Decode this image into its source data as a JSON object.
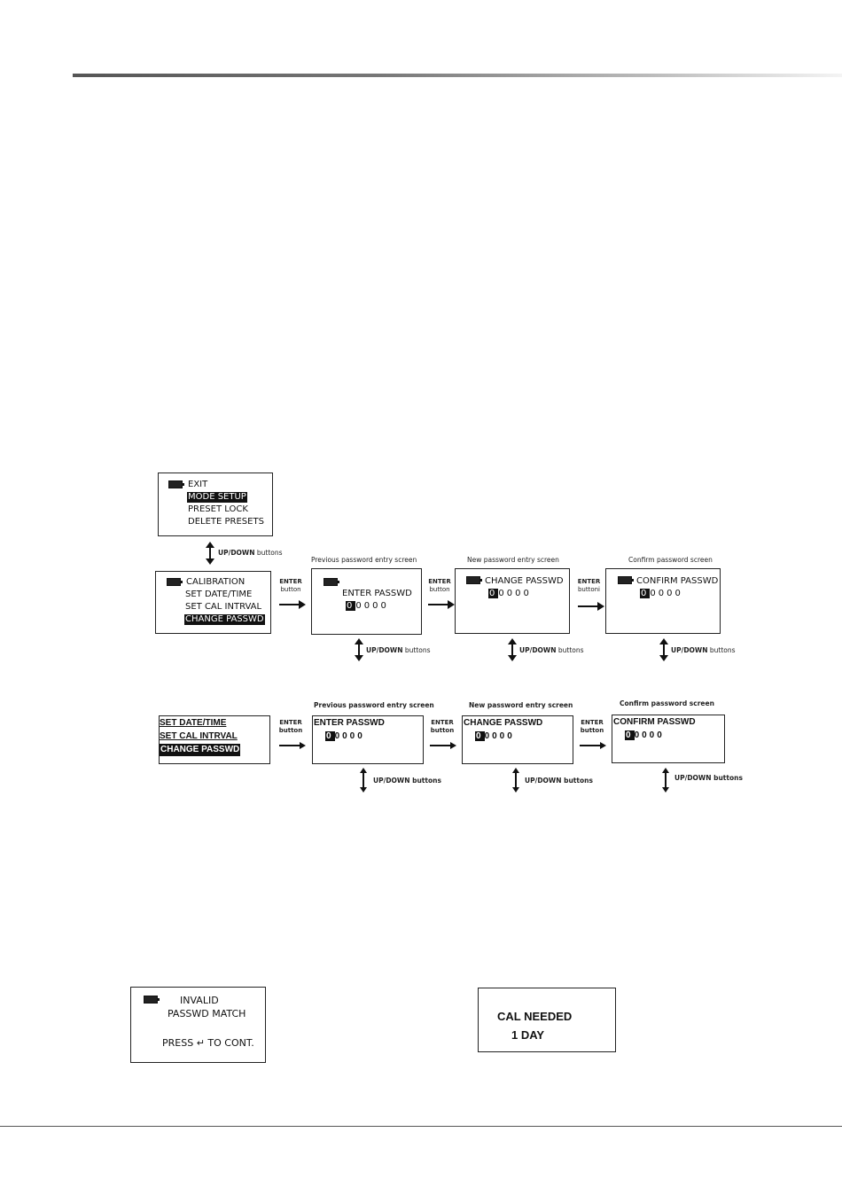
{
  "top_menu": {
    "items": [
      "EXIT",
      "MODE SETUP",
      "PRESET LOCK",
      "DELETE PRESETS"
    ],
    "selected": "MODE SETUP"
  },
  "updown_label": {
    "bold": "UP/DOWN",
    "rest": "buttons"
  },
  "setup_menu": {
    "items": [
      "CALIBRATION",
      "SET DATE/TIME",
      "SET CAL INTRVAL",
      "CHANGE PASSWD"
    ],
    "selected": "CHANGE PASSWD"
  },
  "enter_label": {
    "line1": "ENTER",
    "line2": "button",
    "line2_clipped": "buttoni"
  },
  "captions": {
    "previous": "Previous password entry screen",
    "new": "New password entry screen",
    "confirm": "Confirm password screen"
  },
  "screens": {
    "enter": {
      "title": "ENTER PASSWD",
      "cursor": "0",
      "digits": "0000"
    },
    "change": {
      "title": "CHANGE PASSWD",
      "cursor": "0",
      "digits": "0000"
    },
    "confirm": {
      "title": "CONFIRM PASSWD",
      "cursor": "0",
      "digits": "0000"
    }
  },
  "lower_row": {
    "menu": {
      "items": [
        "SET DATE/TIME",
        "SET CAL INTRVAL",
        "CHANGE PASSWD"
      ],
      "selected": "CHANGE PASSWD"
    },
    "updown": "UP/DOWN buttons",
    "enter_label": {
      "line1": "ENTER",
      "line2": "button"
    }
  },
  "invalid_screen": {
    "line1": "INVALID",
    "line2": "PASSWD MATCH",
    "line3_prefix": "PRESS",
    "enter_symbol": "↵",
    "line3_suffix": "TO CONT."
  },
  "cal_screen": {
    "line1": "CAL NEEDED",
    "line2": "1 DAY"
  }
}
